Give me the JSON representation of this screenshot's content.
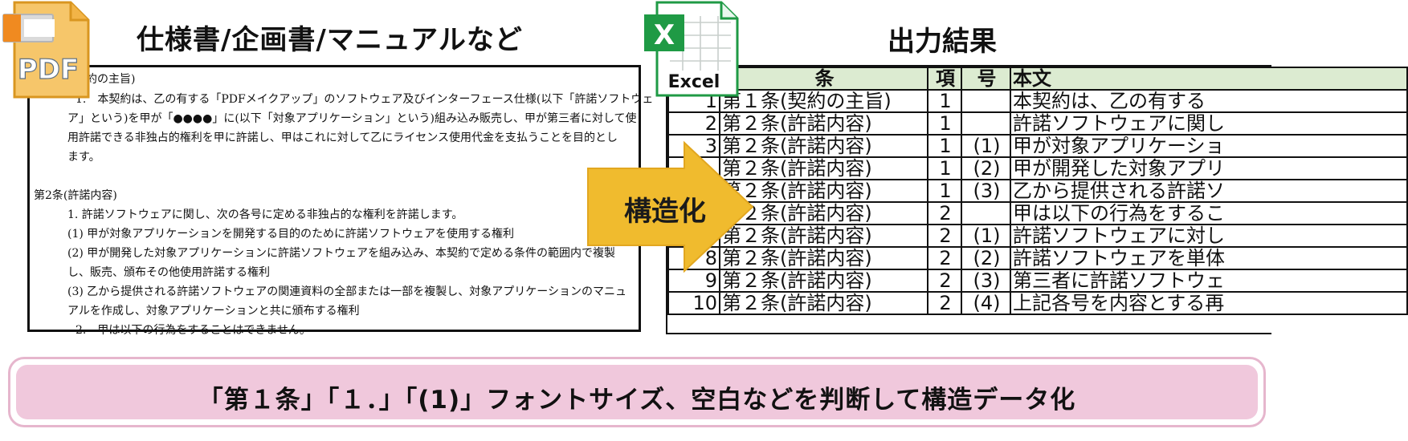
{
  "left_title": "仕様書/企画書/マニュアルなど",
  "right_title": "出力結果",
  "pdf_icon_label": "PDF",
  "excel_icon_label": "Excel",
  "arrow_label": "構造化",
  "doc_lines": [
    "約の主旨)",
    "1.　本契約は、乙の有する「PDFメイクアップ」のソフトウェア及びインターフェース仕様(以下「許諾ソフトウェ",
    "ア」という)を甲が「●●●●」に(以下「対象アプリケーション」という)組み込み販売し、甲が第三者に対して使",
    "用許諾できる非独占的権利を甲に許諾し、甲はこれに対して乙にライセンス使用代金を支払うことを目的とし",
    "ます。",
    "第2条(許諾内容)",
    "1. 許諾ソフトウェアに関し、次の各号に定める非独占的な権利を許諾します。",
    "(1) 甲が対象アプリケーションを開発する目的のために許諾ソフトウェアを使用する権利",
    "(2) 甲が開発した対象アプリケーションに許諾ソフトウェアを組み込み、本契約で定める条件の範囲内で複製",
    "し、販売、頒布その他使用許諾する権利",
    "(3) 乙から提供される許諾ソフトウェアの関連資料の全部または一部を複製し、対象アプリケーションのマニュ",
    "アルを作成し、対象アプリケーションと共に頒布する権利",
    "2.　甲は以下の行為をすることはできません。"
  ],
  "table": {
    "headers": [
      "",
      "条",
      "項",
      "号",
      "本文"
    ],
    "rows": [
      [
        "1",
        "第１条(契約の主旨)",
        "1",
        "",
        "本契約は、乙の有する"
      ],
      [
        "2",
        "第２条(許諾内容)",
        "1",
        "",
        "許諾ソフトウェアに関し"
      ],
      [
        "3",
        "第２条(許諾内容)",
        "1",
        "(1)",
        "甲が対象アプリケーショ"
      ],
      [
        "",
        "第２条(許諾内容)",
        "1",
        "(2)",
        "甲が開発した対象アプリ"
      ],
      [
        "",
        "第２条(許諾内容)",
        "1",
        "(3)",
        "乙から提供される許諾ソ"
      ],
      [
        "",
        "第２条(許諾内容)",
        "2",
        "",
        "甲は以下の行為をするこ"
      ],
      [
        "",
        "第２条(許諾内容)",
        "2",
        "(1)",
        "許諾ソフトウェアに対し"
      ],
      [
        "8",
        "第２条(許諾内容)",
        "2",
        "(2)",
        "許諾ソフトウェアを単体"
      ],
      [
        "9",
        "第２条(許諾内容)",
        "2",
        "(3)",
        "第三者に許諾ソフトウェ"
      ],
      [
        "10",
        "第２条(許諾内容)",
        "2",
        "(4)",
        "上記各号を内容とする再"
      ]
    ]
  },
  "bottom_text": "「第１条」「１．」「(1)」フォントサイズ、空白などを判断して構造データ化",
  "colors": {
    "table_header_bg": "#dcebd1",
    "arrow_fill": "#f0bb2e",
    "bottom_bg": "#f0c8dc",
    "bottom_border": "#e6b6cd",
    "excel_green": "#1f9a45",
    "pdf_orange": "#f0a637"
  }
}
